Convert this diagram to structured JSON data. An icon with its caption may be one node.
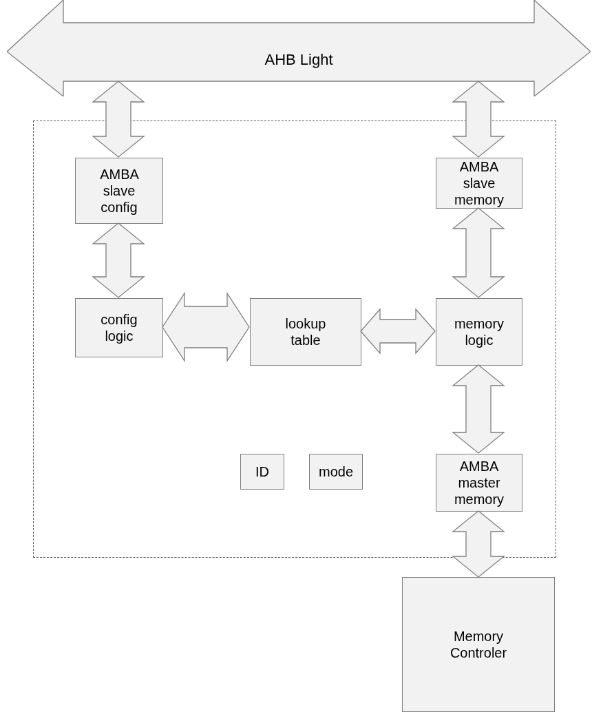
{
  "diagram": {
    "nodes": [
      {
        "text": [
          "AHB Light"
        ]
      },
      {
        "text": [],
        "shape": "box"
      },
      {
        "text": [
          "AMBA slave config"
        ],
        "in": 1
      },
      {
        "text": [
          "AMBA slave memory"
        ],
        "in": 1
      },
      {
        "text": [
          "config logic"
        ],
        "in": 1
      },
      {
        "text": [
          "lookup table"
        ],
        "in": 1
      },
      {
        "text": [
          "memory logic"
        ],
        "in": 1
      },
      {
        "text": [
          "ID"
        ],
        "in": 1
      },
      {
        "text": [
          "mode"
        ],
        "in": 1
      },
      {
        "text": [
          "AMBA master memory"
        ],
        "in": 1
      },
      {
        "text": [
          "Memory Controler"
        ]
      }
    ],
    "edges": [
      {
        "from": 0,
        "to": 2,
        "arrow": "both"
      },
      {
        "from": 0,
        "to": 3,
        "arrow": "both"
      },
      {
        "from": 2,
        "to": 4,
        "arrow": "both"
      },
      {
        "from": 3,
        "to": 6,
        "arrow": "both"
      },
      {
        "from": 4,
        "to": 5,
        "arrow": "both"
      },
      {
        "from": 5,
        "to": 6,
        "arrow": "both"
      },
      {
        "from": 6,
        "to": 9,
        "arrow": "both"
      },
      {
        "from": 9,
        "to": 10,
        "arrow": "both"
      }
    ]
  }
}
